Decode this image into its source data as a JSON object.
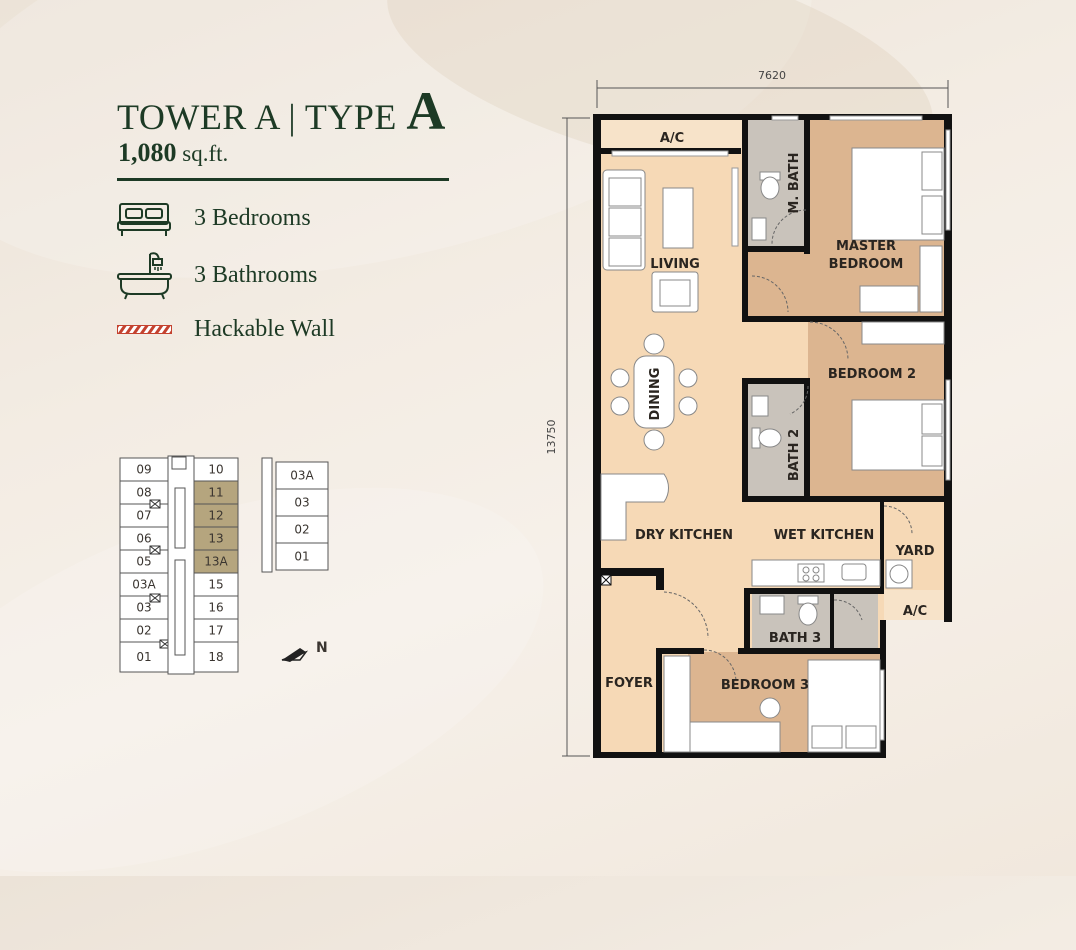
{
  "header": {
    "title_prefix": "TOWER A | TYPE",
    "title_type": "A",
    "area_value": "1,080",
    "area_unit": "sq.ft."
  },
  "features": [
    {
      "icon": "bed-icon",
      "label": "3 Bedrooms"
    },
    {
      "icon": "bathtub-icon",
      "label": "3 Bathrooms"
    },
    {
      "icon": "hackable-wall-icon",
      "label": "Hackable Wall"
    }
  ],
  "floorplan": {
    "dimension_width": "7620",
    "dimension_height": "13750",
    "rooms": {
      "ac_top": "A/C",
      "living": "LIVING",
      "m_bath": "M. BATH",
      "master_line1": "MASTER",
      "master_line2": "BEDROOM",
      "dining": "DINING",
      "bedroom2": "BEDROOM 2",
      "bath2": "BATH 2",
      "dry_kitchen": "DRY KITCHEN",
      "wet_kitchen": "WET KITCHEN",
      "yard": "YARD",
      "ac_bottom": "A/C",
      "bath3": "BATH 3",
      "foyer": "FOYER",
      "bedroom3": "BEDROOM 3"
    }
  },
  "keyplan": {
    "left_col": [
      "09",
      "08",
      "07",
      "06",
      "05",
      "03A",
      "03",
      "02",
      "01"
    ],
    "right_col": [
      "10",
      "11",
      "12",
      "13",
      "13A",
      "15",
      "16",
      "17",
      "18"
    ],
    "highlighted": [
      "11",
      "12",
      "13",
      "13A"
    ],
    "side_block": [
      "03A",
      "03",
      "02",
      "01"
    ],
    "north_marker": "N",
    "highlight_color": "#b5a57e"
  },
  "colors": {
    "text_dark_green": "#1d3a25",
    "floor_light": "#f6d9b6",
    "floor_tan": "#dcb590",
    "wet_grey": "#c9c3bb",
    "wall": "#111111"
  }
}
